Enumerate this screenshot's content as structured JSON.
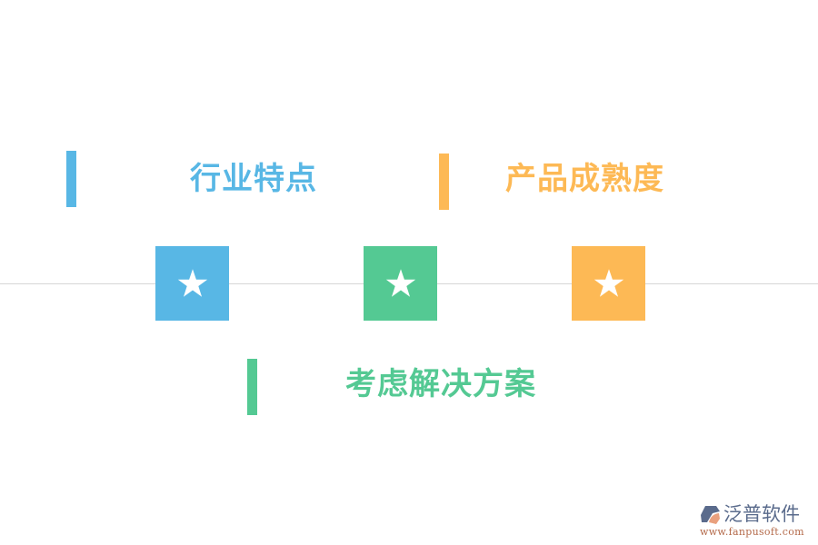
{
  "colors": {
    "blue": "#58b7e5",
    "orange": "#fdb955",
    "green": "#54c993",
    "line": "#d6d6d6",
    "logo_text": "#5a6b8c",
    "logo_url": "#b46a4a"
  },
  "items": [
    {
      "label": "行业特点",
      "color": "#58b7e5",
      "icon": "star-icon"
    },
    {
      "label": "考虑解决方案",
      "color": "#54c993",
      "icon": "star-icon"
    },
    {
      "label": "产品成熟度",
      "color": "#fdb955",
      "icon": "star-icon"
    }
  ],
  "logo": {
    "name": "泛普软件",
    "url": "www.fanpusoft.com"
  }
}
